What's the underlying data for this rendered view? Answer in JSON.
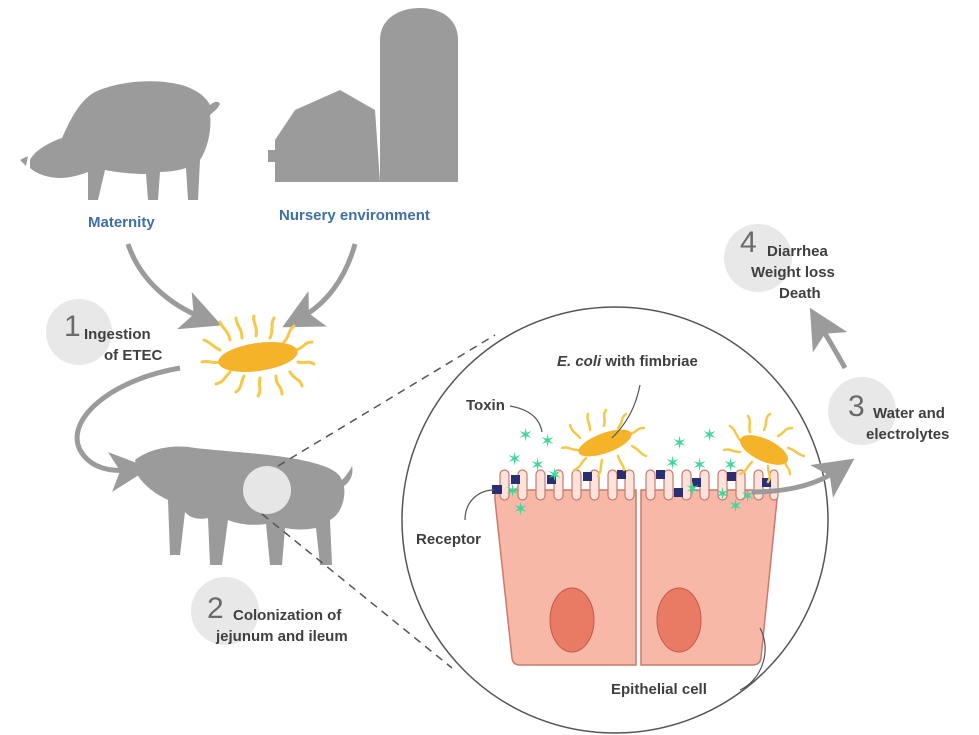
{
  "sources": {
    "maternity": "Maternity",
    "nursery": "Nursery environment"
  },
  "steps": [
    {
      "number": "1",
      "line1": "Ingestion",
      "line2": "of ETEC"
    },
    {
      "number": "2",
      "line1": "Colonization of",
      "line2": "jejunum and ileum"
    },
    {
      "number": "3",
      "line1": "Water and",
      "line2": "electrolytes"
    },
    {
      "number": "4",
      "line1": "Diarrhea",
      "line2": "Weight loss",
      "line3": "Death"
    }
  ],
  "inset": {
    "bacteria_label_italic": "E. coli",
    "bacteria_label_rest": " with fimbriae",
    "toxin": "Toxin",
    "receptor": "Receptor",
    "epithelial": "Epithelial cell"
  },
  "colors": {
    "silhouette": "#9b9b9b",
    "arrow": "#9b9b9b",
    "step_circle": "#e8e8e8",
    "bacterium": "#f5b32a",
    "flagella": "#f5c84a",
    "toxin_star": "#3fd89a",
    "receptor": "#2a2e72",
    "cell": "#f7b8a8",
    "nucleus": "#e97b65"
  }
}
